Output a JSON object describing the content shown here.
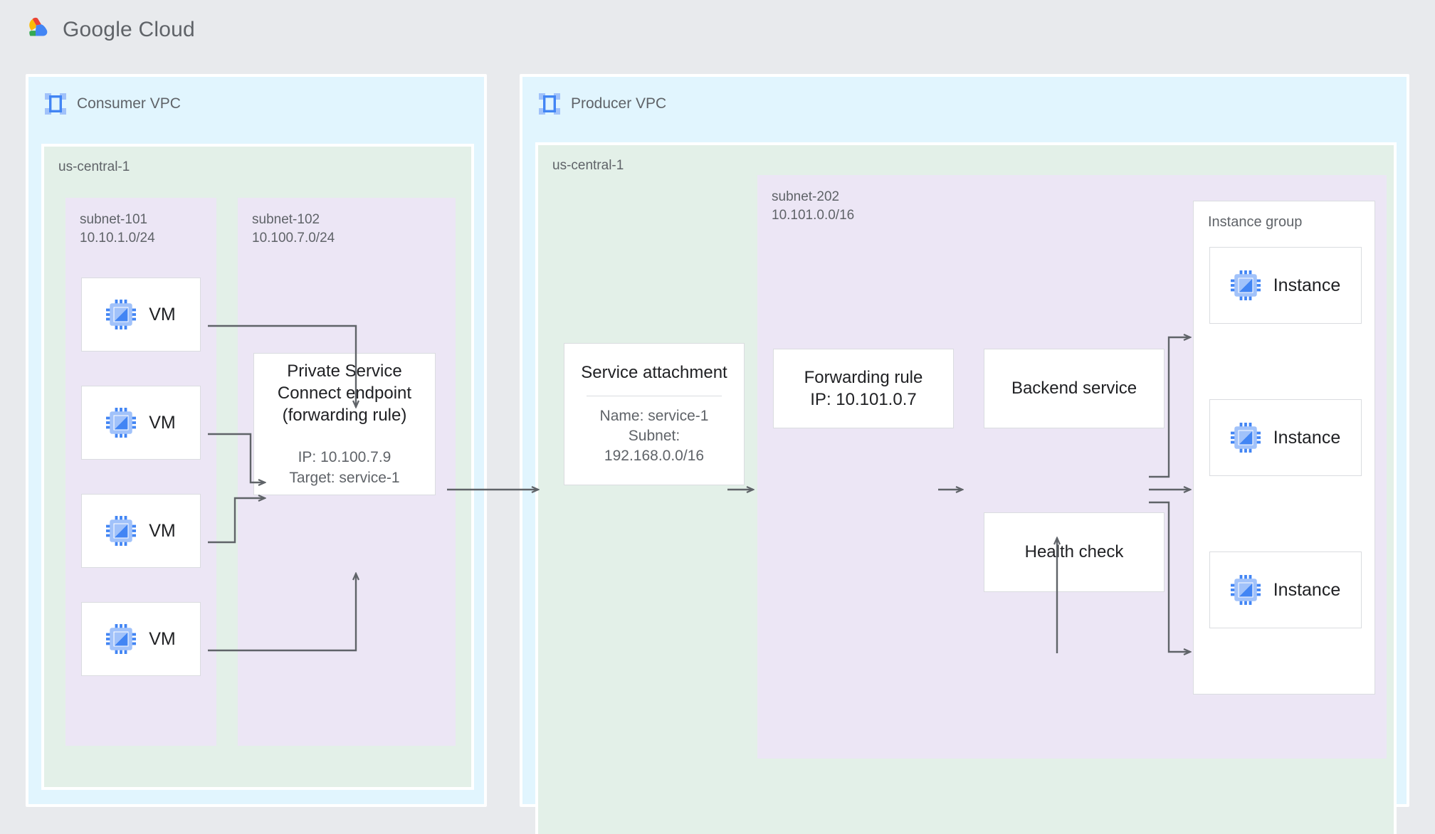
{
  "header": {
    "brand_primary": "Google",
    "brand_secondary": "Cloud",
    "logo_icon": "google-cloud-logo"
  },
  "colors": {
    "background": "#e8eaed",
    "vpc_fill": "#e1f5fe",
    "region_fill": "#e3f0e8",
    "subnet_fill": "#ece6f5",
    "node_fill": "#ffffff",
    "node_border": "#dadce0",
    "connector": "#5f6368",
    "text_primary": "#202124",
    "text_secondary": "#5f6368",
    "icon_blue": "#4285f4",
    "icon_blue_light": "#a1c2fa"
  },
  "consumer_vpc": {
    "title": "Consumer VPC",
    "icon": "vpc-icon",
    "region": "us-central-1",
    "subnet_101": {
      "name": "subnet-101",
      "cidr": "10.10.1.0/24",
      "vms": [
        {
          "label": "VM",
          "icon": "chip-icon"
        },
        {
          "label": "VM",
          "icon": "chip-icon"
        },
        {
          "label": "VM",
          "icon": "chip-icon"
        },
        {
          "label": "VM",
          "icon": "chip-icon"
        }
      ]
    },
    "subnet_102": {
      "name": "subnet-102",
      "cidr": "10.100.7.0/24",
      "endpoint": {
        "title": "Private Service Connect endpoint (forwarding rule)",
        "ip": "IP: 10.100.7.9",
        "target": "Target: service-1"
      }
    }
  },
  "producer_vpc": {
    "title": "Producer VPC",
    "icon": "vpc-icon",
    "region": "us-central-1",
    "service_attachment": {
      "title": "Service attachment",
      "name": "Name: service-1",
      "subnet_label": "Subnet:",
      "subnet_cidr": "192.168.0.0/16"
    },
    "subnet_202": {
      "name": "subnet-202",
      "cidr": "10.101.0.0/16",
      "forwarding_rule": {
        "line1": "Forwarding rule",
        "line2": "IP: 10.101.0.7"
      },
      "backend_service": {
        "label": "Backend service"
      },
      "health_check": {
        "label": "Health check"
      },
      "instance_group": {
        "label": "Instance group",
        "instances": [
          {
            "label": "Instance",
            "icon": "chip-icon"
          },
          {
            "label": "Instance",
            "icon": "chip-icon"
          },
          {
            "label": "Instance",
            "icon": "chip-icon"
          }
        ]
      }
    }
  }
}
